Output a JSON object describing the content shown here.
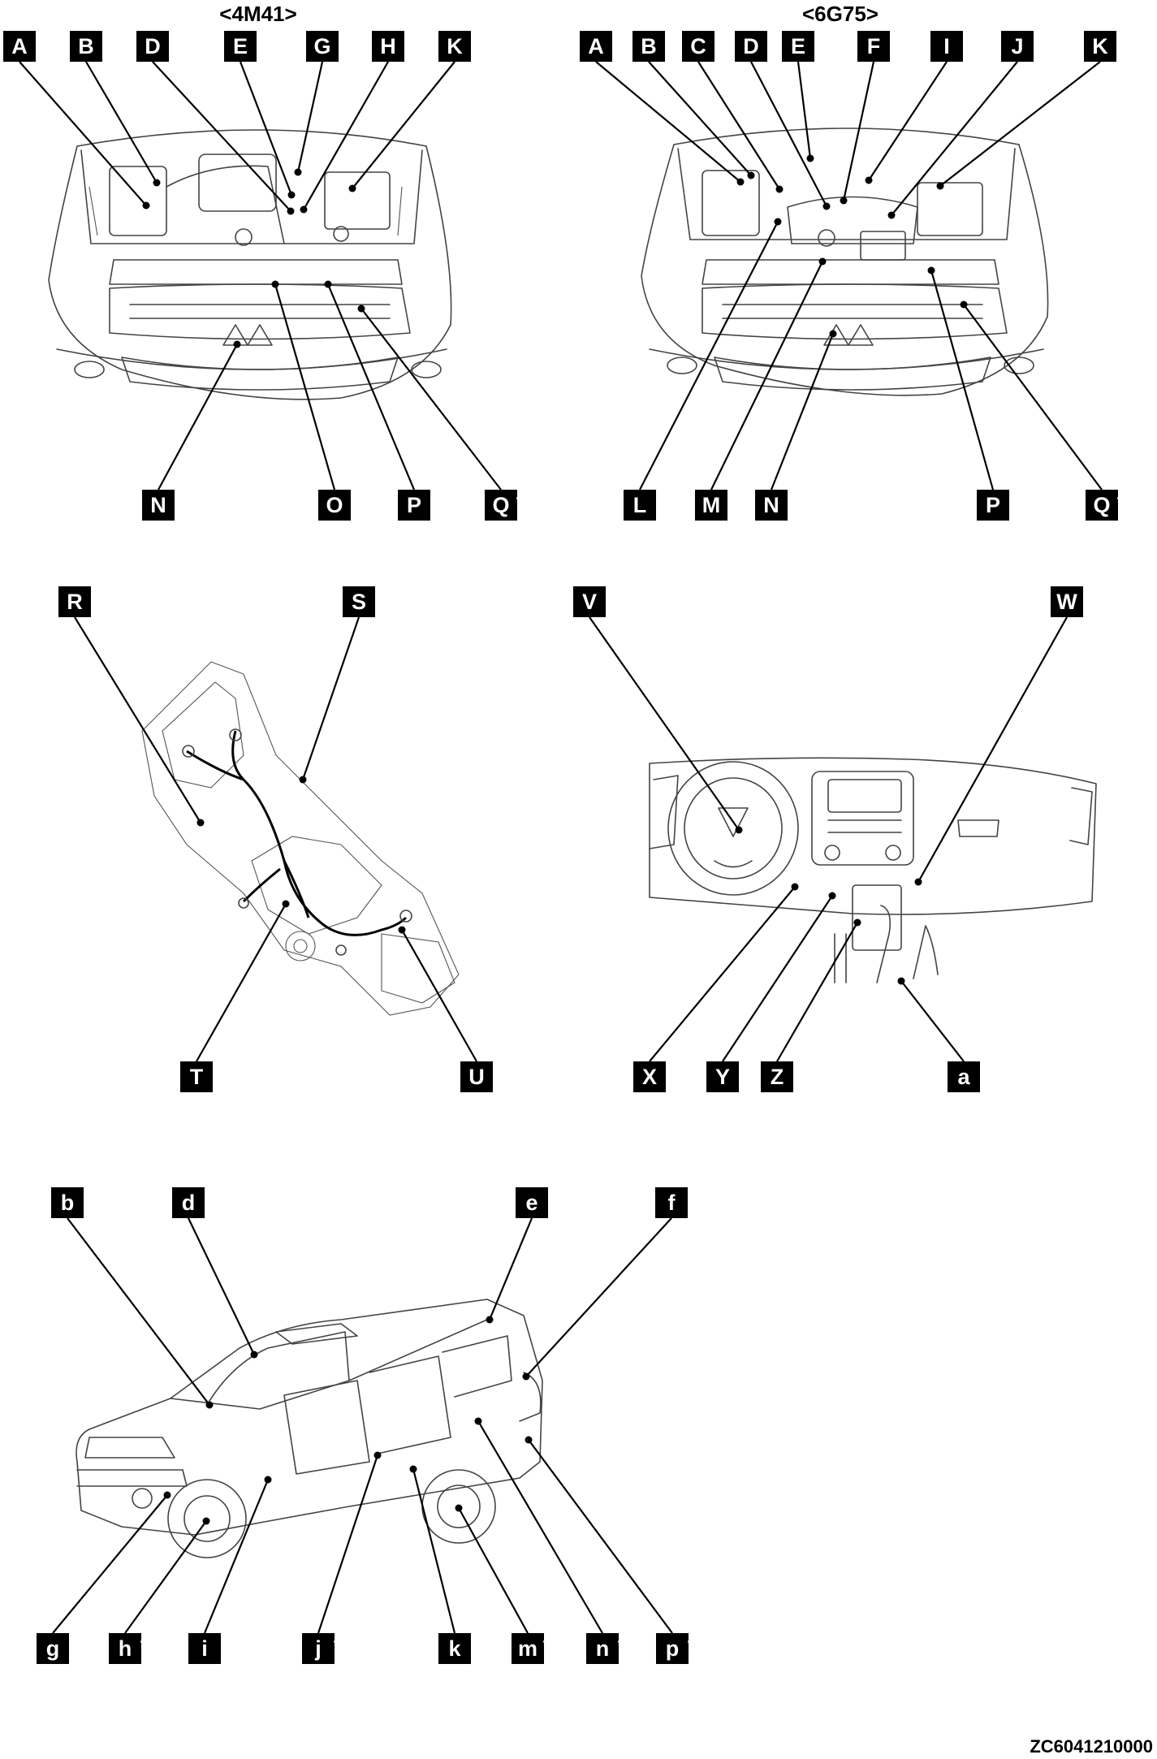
{
  "panels": {
    "engine_4m41": {
      "title": "<4M41>",
      "labels": [
        {
          "text": "A",
          "asterisk": false,
          "target": [
            180,
            253
          ]
        },
        {
          "text": "B",
          "asterisk": false,
          "target": [
            193,
            225
          ]
        },
        {
          "text": "D",
          "asterisk": false,
          "target": [
            358,
            260
          ]
        },
        {
          "text": "E",
          "asterisk": false,
          "target": [
            359,
            240
          ]
        },
        {
          "text": "G",
          "asterisk": false,
          "target": [
            367,
            212
          ]
        },
        {
          "text": "H",
          "asterisk": false,
          "target": [
            374,
            258
          ]
        },
        {
          "text": "K",
          "asterisk": false,
          "target": [
            434,
            232
          ]
        },
        {
          "text": "N",
          "asterisk": false,
          "target": [
            292,
            424
          ]
        },
        {
          "text": "O",
          "asterisk": false,
          "target": [
            339,
            350
          ]
        },
        {
          "text": "P",
          "asterisk": false,
          "target": [
            404,
            350
          ]
        },
        {
          "text": "Q",
          "asterisk": true,
          "target": [
            445,
            380
          ]
        }
      ]
    },
    "engine_6g75": {
      "title": "<6G75>",
      "labels": [
        {
          "text": "A",
          "asterisk": false,
          "target": [
            912,
            224
          ]
        },
        {
          "text": "B",
          "asterisk": false,
          "target": [
            925,
            216
          ]
        },
        {
          "text": "C",
          "asterisk": false,
          "target": [
            960,
            233
          ]
        },
        {
          "text": "D",
          "asterisk": false,
          "target": [
            1018,
            254
          ]
        },
        {
          "text": "E",
          "asterisk": false,
          "target": [
            998,
            195
          ]
        },
        {
          "text": "F",
          "asterisk": false,
          "target": [
            1039,
            247
          ]
        },
        {
          "text": "I",
          "asterisk": false,
          "target": [
            1070,
            222
          ]
        },
        {
          "text": "J",
          "asterisk": false,
          "target": [
            1098,
            265
          ]
        },
        {
          "text": "K",
          "asterisk": false,
          "target": [
            1158,
            229
          ]
        },
        {
          "text": "L",
          "asterisk": false,
          "target": [
            958,
            273
          ]
        },
        {
          "text": "M",
          "asterisk": false,
          "target": [
            1013,
            322
          ]
        },
        {
          "text": "N",
          "asterisk": false,
          "target": [
            1026,
            411
          ]
        },
        {
          "text": "P",
          "asterisk": false,
          "target": [
            1147,
            333
          ]
        },
        {
          "text": "Q",
          "asterisk": true,
          "target": [
            1187,
            375
          ]
        }
      ]
    },
    "transmission": {
      "labels": [
        {
          "text": "R",
          "asterisk": false,
          "target": [
            247,
            1013
          ]
        },
        {
          "text": "S",
          "asterisk": false,
          "target": [
            373,
            960
          ]
        },
        {
          "text": "T",
          "asterisk": false,
          "target": [
            352,
            1113
          ]
        },
        {
          "text": "U",
          "asterisk": false,
          "target": [
            495,
            1145
          ]
        }
      ]
    },
    "instrument_panel": {
      "labels": [
        {
          "text": "V",
          "asterisk": false,
          "target": [
            910,
            1022
          ]
        },
        {
          "text": "W",
          "asterisk": false,
          "target": [
            1131,
            1086
          ]
        },
        {
          "text": "X",
          "asterisk": false,
          "target": [
            979,
            1092
          ]
        },
        {
          "text": "Y",
          "asterisk": false,
          "target": [
            1025,
            1103
          ]
        },
        {
          "text": "Z",
          "asterisk": false,
          "target": [
            1056,
            1136
          ]
        },
        {
          "text": "a",
          "asterisk": false,
          "target": [
            1110,
            1208
          ]
        }
      ]
    },
    "vehicle": {
      "labels": [
        {
          "text": "b",
          "asterisk": false,
          "target": [
            258,
            1730
          ]
        },
        {
          "text": "d",
          "asterisk": false,
          "target": [
            313,
            1668
          ]
        },
        {
          "text": "e",
          "asterisk": false,
          "target": [
            603,
            1625
          ]
        },
        {
          "text": "f",
          "asterisk": false,
          "target": [
            648,
            1695
          ]
        },
        {
          "text": "g",
          "asterisk": false,
          "target": [
            206,
            1841
          ]
        },
        {
          "text": "h",
          "asterisk": true,
          "target": [
            254,
            1873
          ]
        },
        {
          "text": "i",
          "asterisk": false,
          "target": [
            330,
            1822
          ]
        },
        {
          "text": "j",
          "asterisk": true,
          "target": [
            465,
            1792
          ]
        },
        {
          "text": "k",
          "asterisk": false,
          "target": [
            509,
            1809
          ]
        },
        {
          "text": "m",
          "asterisk": true,
          "target": [
            565,
            1857
          ]
        },
        {
          "text": "n",
          "asterisk": true,
          "target": [
            589,
            1750
          ]
        },
        {
          "text": "p",
          "asterisk": true,
          "target": [
            651,
            1773
          ]
        }
      ]
    }
  },
  "figure_code": "ZC6041210000"
}
